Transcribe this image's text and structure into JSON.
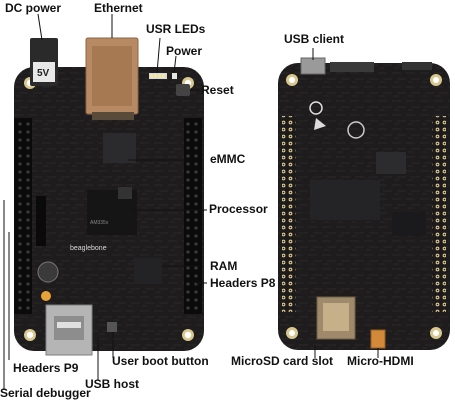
{
  "labels": {
    "dc_power": "DC power",
    "ethernet": "Ethernet",
    "usr_leds": "USR LEDs",
    "power": "Power",
    "reset": "Reset",
    "emmc": "eMMC",
    "processor": "Processor",
    "ram": "RAM",
    "headers_p8": "Headers P8",
    "user_boot_button": "User boot button",
    "headers_p9": "Headers P9",
    "usb_host": "USB host",
    "serial_debugger": "Serial debugger",
    "usb_client": "USB client",
    "microsd_card_slot": "MicroSD card slot",
    "micro_hdmi": "Micro-HDMI"
  },
  "silkscreen": {
    "jack_marking": "5V",
    "board_name": "beaglebone",
    "board_name_lower": "beaglebone"
  },
  "colors": {
    "pcb": "#1c1a1b",
    "header": "#0c0c0c",
    "gold": "#c9a24a",
    "ethernet_jack": "#b88a63",
    "callout_line": "#111111"
  }
}
